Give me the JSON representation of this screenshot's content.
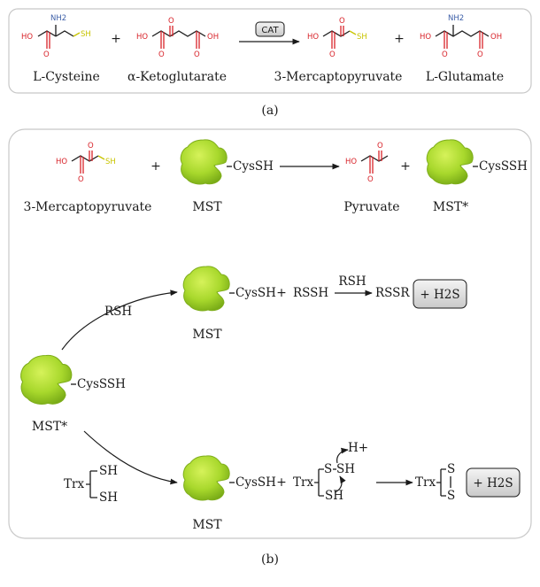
{
  "panel_a": {
    "label": "(a)",
    "reactant1": "L-Cysteine",
    "reactant2": "α-Ketoglutarate",
    "enzyme": "CAT",
    "product1": "3-Mercaptopyruvate",
    "product2": "L-Glutamate",
    "plus": "+"
  },
  "panel_b": {
    "label": "(b)",
    "row1": {
      "substrate": "3-Mercaptopyruvate",
      "enzyme": "MST",
      "enzyme_group": "CysSH",
      "product": "Pyruvate",
      "enzyme_star": "MST*",
      "enzyme_star_group": "CysSSH"
    },
    "center": {
      "enzyme_star": "MST*",
      "group": "CysSSH"
    },
    "upper": {
      "arrow_label": "RSH",
      "enzyme": "MST",
      "group": "CysSH",
      "rssh": "RSSH",
      "rsh": "RSH",
      "rssr": "RSSR"
    },
    "lower": {
      "trx": "Trx",
      "sh": "SH",
      "enzyme": "MST",
      "group": "CysSH",
      "h_plus": "H+"
    },
    "h2s_box": "+ H2S"
  },
  "atoms": {
    "oh": "HO",
    "o": "O",
    "oh_right": "OH",
    "sh": "SH",
    "nh2": "NH2",
    "s": "S"
  },
  "colors": {
    "oxygen": "#d8232a",
    "nitrogen": "#3d5fa8",
    "sulfur": "#c8c400",
    "enzyme": "#9ccf2a"
  }
}
